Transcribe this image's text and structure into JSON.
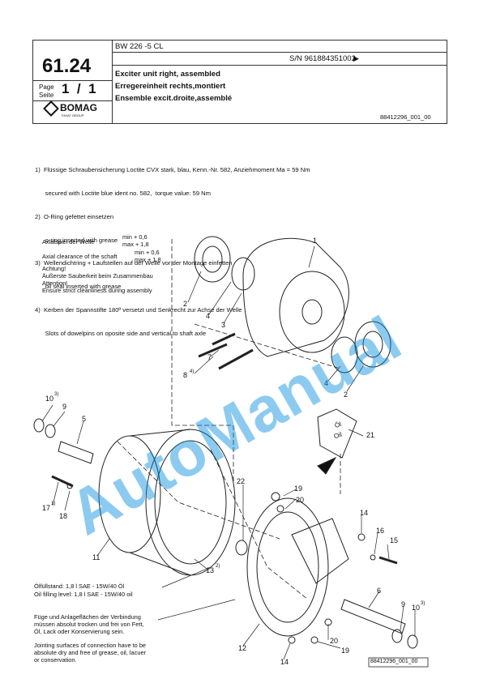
{
  "header": {
    "model": "BW 226 -5 CL",
    "serial": "S/N 961884351002",
    "group_number": "61.24",
    "page_label_de": "Page",
    "page_label_fr": "Seite",
    "page_value": "1  /  1",
    "brand": "BOMAG",
    "brand_sub": "FAYAT GROUP",
    "title_en": "Exciter unit right, assembled",
    "title_de": "Erregereinheit rechts,montiert",
    "title_fr": "Ensemble excit.droite,assemblé",
    "drawing_ref": "88412296_001_00"
  },
  "notes": [
    "1)  Flüssige Schraubensicherung Loctite CVX stark, blau, Kenn.-Nr. 582, Anziehmoment Ma = 59 Nm",
    "      secured with Loctite blue ident no. 582,  torque value: 59 Nm",
    "2)  O-Ring gefettet einsetzen",
    "      o-ring inserted with grease",
    "3)  Wellendichtring + Laufstellen auf der Welle vor der Montage einfetten",
    "      oil seal inserted with grease",
    "4)  Kerben der Spannstifte 180º versetzt und Senkrecht zur Achse der Welle",
    "      Slots of dowelpins on oposite side and vertical to shaft axle"
  ],
  "axial": {
    "de_label": "Axialspiel der Welle",
    "en_label": "Axial clearance of the schaft",
    "min": "min  +  0,6",
    "max": "max  + 1,8",
    "attention": [
      "Achtung!",
      "Äußerste Sauberkeit beim Zusammenbau",
      "Attention!",
      "Ensure strict cleanliness during assembly"
    ]
  },
  "oil": {
    "de": "Ölfüllstand: 1,8 l SAE - 15W/40 Öl",
    "en": "Oil filling level: 1,8 l SAE - 15W/40 oil"
  },
  "joint_note": [
    "Füge und Anlageflächen der Verbindung",
    "müssen absolut trocken und frei von Fett,",
    "Öl, Lack oder Konservierung sein.",
    "",
    "Jointing surfaces of connection have to be",
    "absolute dry and free of grease, oil, lacuer",
    "or conservation."
  ],
  "tag": {
    "line1": "Öl",
    "line2": "Oil"
  },
  "watermark": "AutoManual",
  "callouts": [
    {
      "t": "1"
    },
    {
      "t": "2"
    },
    {
      "t": "4"
    },
    {
      "t": "3"
    },
    {
      "t": "7"
    },
    {
      "t": "8"
    },
    {
      "t": "4)"
    },
    {
      "t": "4"
    },
    {
      "t": "2"
    },
    {
      "t": "10"
    },
    {
      "t": "3)"
    },
    {
      "t": "9"
    },
    {
      "t": "5"
    },
    {
      "t": "21"
    },
    {
      "t": "17"
    },
    {
      "t": "1)"
    },
    {
      "t": "18"
    },
    {
      "t": "22"
    },
    {
      "t": "19"
    },
    {
      "t": "20"
    },
    {
      "t": "14"
    },
    {
      "t": "16"
    },
    {
      "t": "15"
    },
    {
      "t": "11"
    },
    {
      "t": "13"
    },
    {
      "t": "2)"
    },
    {
      "t": "6"
    },
    {
      "t": "9"
    },
    {
      "t": "10"
    },
    {
      "t": "3)"
    },
    {
      "t": "20"
    },
    {
      "t": "19"
    },
    {
      "t": "12"
    },
    {
      "t": "14"
    }
  ],
  "footer_ref": "88412296_001_00"
}
